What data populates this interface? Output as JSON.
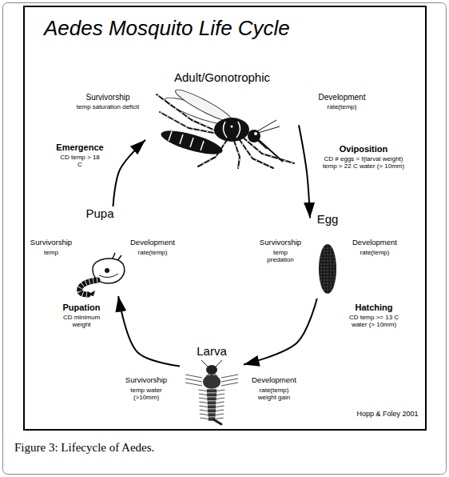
{
  "diagram": {
    "title": "Aedes Mosquito Life Cycle",
    "caption": "Figure 3: Lifecycle of Aedes.",
    "nodes": [
      {
        "text": [
          "Adult/Gonotrophic"
        ]
      },
      {
        "text": [
          "Egg"
        ]
      },
      {
        "text": [
          "Larva"
        ]
      },
      {
        "text": [
          "Pupa"
        ]
      }
    ],
    "edges": [
      {
        "from": 0,
        "to": 1,
        "arrow": "to"
      },
      {
        "from": 1,
        "to": 2,
        "arrow": "to"
      },
      {
        "from": 2,
        "to": 3,
        "arrow": "to"
      },
      {
        "from": 3,
        "to": 0,
        "arrow": "to"
      }
    ],
    "labels": [
      "Survivorship",
      "temp saturation deficit",
      "Development",
      "rate(temp)",
      "Emergence",
      "CD temp > 18 C",
      "Oviposition",
      "CD # eggs = f(larval weight) temp > 22 C water (> 10mm)",
      "Survivorship",
      "temp",
      "Development",
      "rate(temp)",
      "Survivorship",
      "temp predation",
      "Development",
      "rate(temp)",
      "Pupation",
      "CD minimum weight",
      "Hatching",
      "CD temp >= 13 C water (> 10mm)",
      "Survivorship",
      "temp water (>10mm)",
      "Development",
      "rate(temp) weight gain",
      "Hopp & Foley 2001"
    ]
  }
}
